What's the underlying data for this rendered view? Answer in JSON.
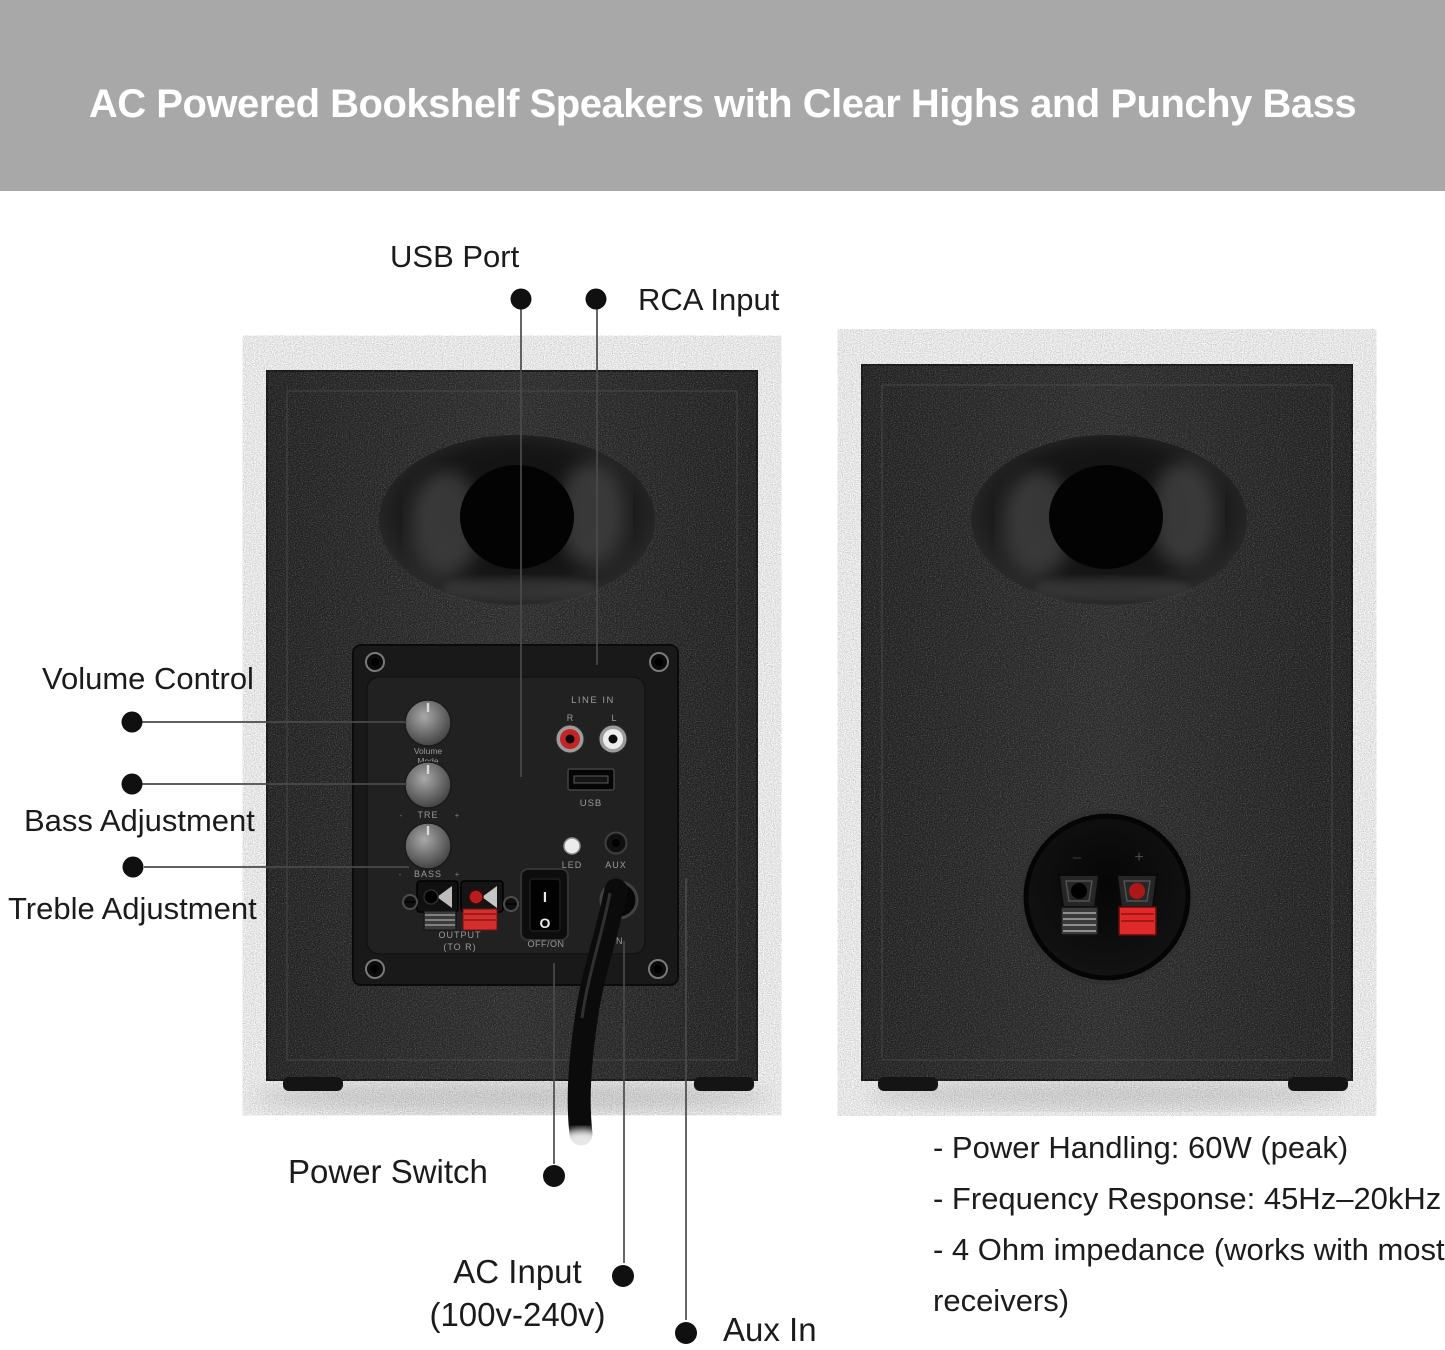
{
  "banner": {
    "title": "AC Powered Bookshelf Speakers with Clear Highs and Punchy Bass",
    "bg": "#a8a8a8",
    "text_color": "#ffffff"
  },
  "callouts": {
    "usb_port": "USB Port",
    "rca_input": "RCA Input",
    "volume_control": "Volume Control",
    "bass_adjustment": "Bass Adjustment",
    "treble_adjustment": "Treble Adjustment",
    "power_switch": "Power Switch",
    "ac_input": "AC Input",
    "ac_input_range": "(100v-240v)",
    "aux_in": "Aux In"
  },
  "panel": {
    "volume_knob_line1": "Volume",
    "volume_knob_line2": "Mode",
    "treble_knob": "TRE",
    "bass_knob": "BASS",
    "line_in": "LINE IN",
    "rca_right": "R",
    "rca_left": "L",
    "usb": "USB",
    "led": "LED",
    "aux": "AUX",
    "output_line1": "OUTPUT",
    "output_line2": "(TO R)",
    "power": "OFF/ON",
    "power_on": "I",
    "power_off": "O",
    "ac_in": "IN",
    "minus": "-",
    "plus": "+"
  },
  "terminal": {
    "plus": "+",
    "minus": "–"
  },
  "specs": {
    "lines": [
      "- Power Handling: 60W (peak)",
      "- Frequency Response: 45Hz–20kHz",
      "- 4 Ohm impedance (works with most",
      "receivers)"
    ]
  },
  "colors": {
    "accent_red": "#d32f2f",
    "speaker_body": "#282828",
    "banner_gray": "#a8a8a8",
    "callout_line": "#4a4a4a"
  }
}
